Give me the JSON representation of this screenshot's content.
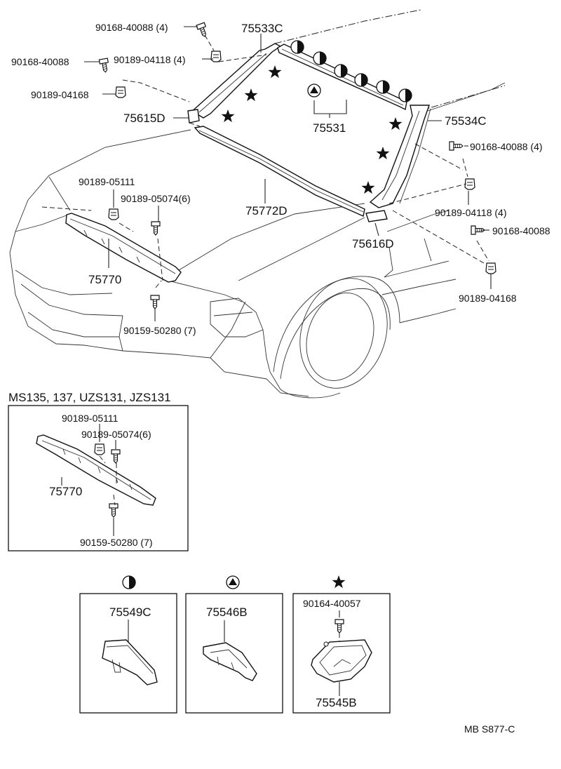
{
  "callouts": {
    "c_90168_40088_4_top": "90168-40088 (4)",
    "c_75533C": "75533C",
    "c_90168_40088_left": "90168-40088",
    "c_90189_04118_4_top": "90189-04118 (4)",
    "c_90189_04168_left": "90189-04168",
    "c_75615D": "75615D",
    "c_75531": "75531",
    "c_75534C": "75534C",
    "c_90168_40088_4_right": "90168-40088 (4)",
    "c_90189_05111": "90189-05111",
    "c_90189_05074_6": "90189-05074(6)",
    "c_75772D": "75772D",
    "c_90189_04118_4_right": "90189-04118 (4)",
    "c_90168_40088_right": "90168-40088",
    "c_75616D": "75616D",
    "c_75770": "75770",
    "c_90159_50280_7": "90159-50280 (7)",
    "c_90189_04168_right": "90189-04168"
  },
  "inset": {
    "title": "MS135, 137, UZS131, JZS131",
    "c_90189_05111": "90189-05111",
    "c_90189_05074_6": "90189-05074(6)",
    "c_75770": "75770",
    "c_90159_50280_7": "90159-50280 (7)"
  },
  "legend": {
    "half_circle": {
      "symbol": "half-circle",
      "part": "75549C"
    },
    "triangle_circle": {
      "symbol": "triangle-in-circle",
      "part": "75546B"
    },
    "star": {
      "symbol": "star",
      "screw": "90164-40057",
      "part": "75545B"
    }
  },
  "footer": {
    "code": "MB  S877-C"
  }
}
